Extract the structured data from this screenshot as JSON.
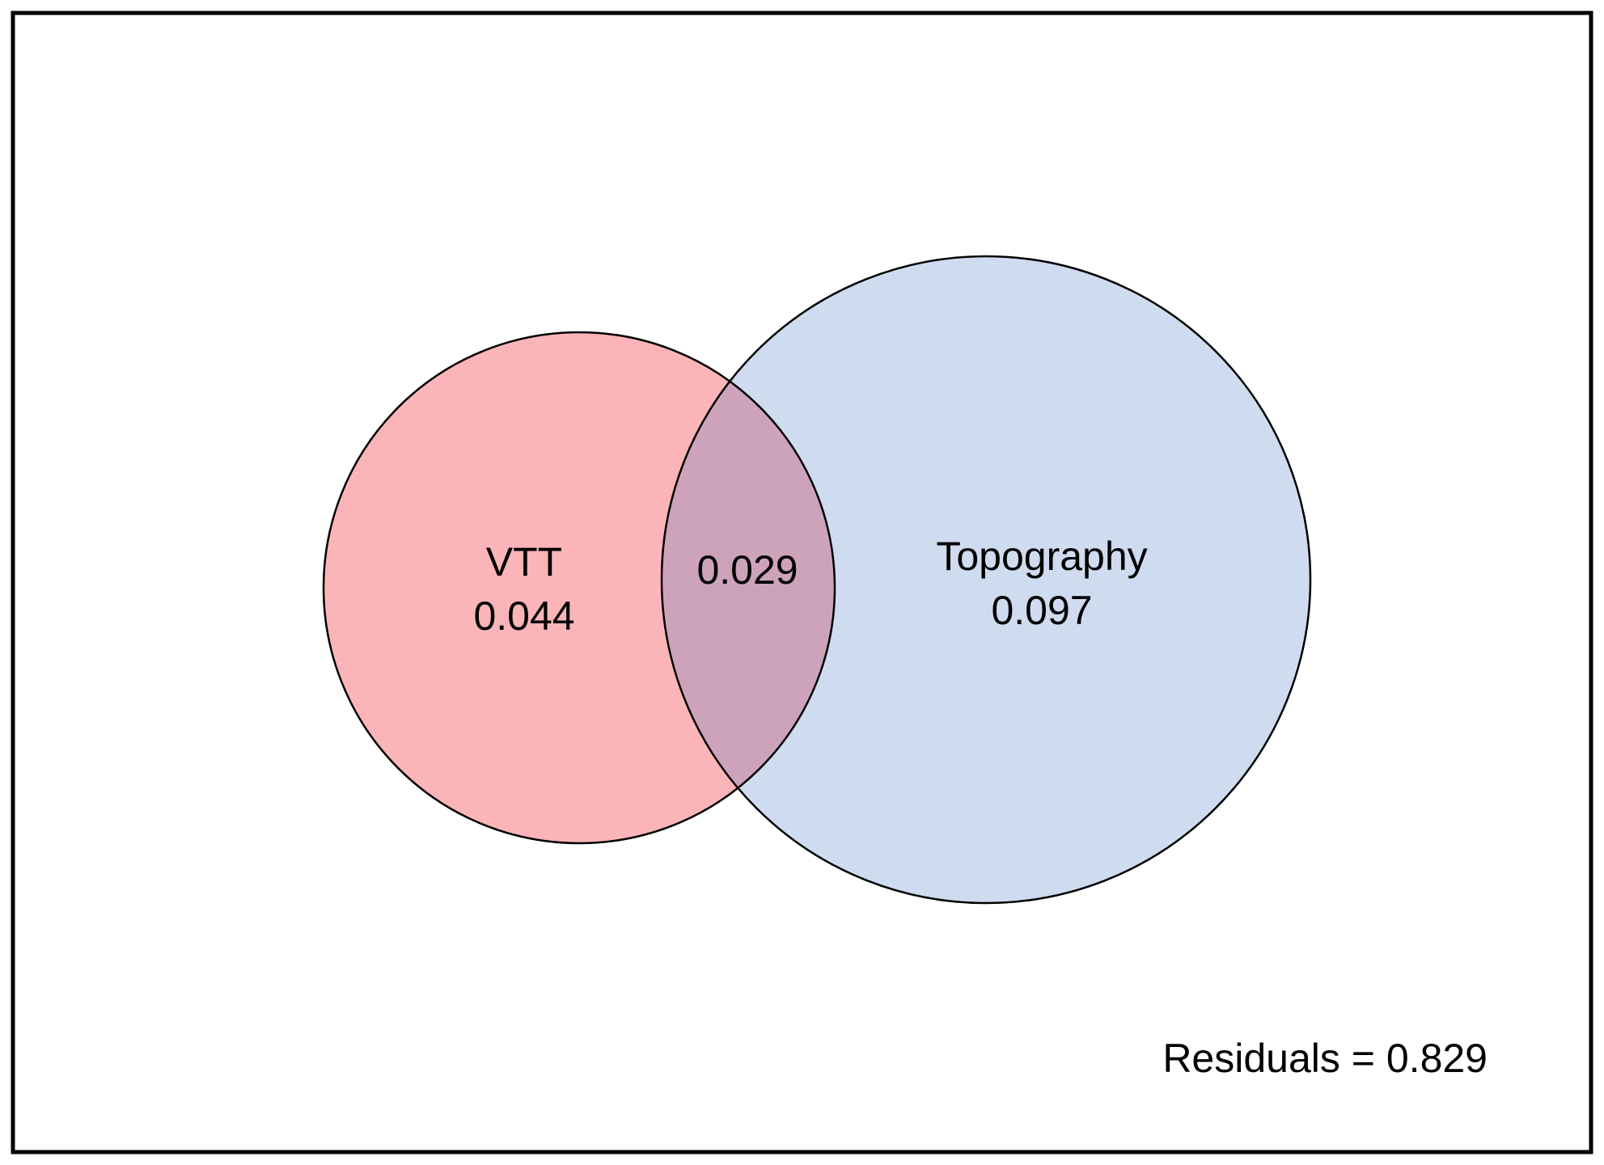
{
  "sets": [
    {
      "id": "vtt",
      "label": "VTT",
      "value": "0.044",
      "fill": "#fbb5b8"
    },
    {
      "id": "topography",
      "label": "Topography",
      "value": "0.097",
      "fill": "#cfdcef"
    }
  ],
  "intersection": {
    "value": "0.029",
    "fill": "#cda3bb"
  },
  "residuals": {
    "text": "Residuals = 0.829"
  },
  "colors": {
    "frame": "#000000",
    "outline": "#000000",
    "background": "#ffffff"
  }
}
